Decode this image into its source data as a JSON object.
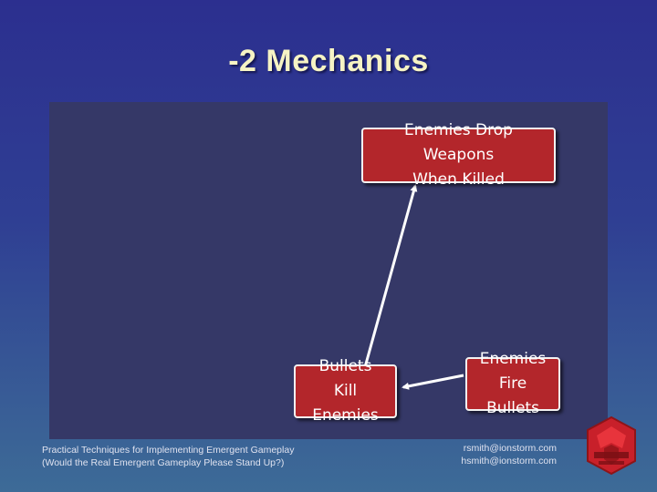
{
  "slide": {
    "title": "-2 Mechanics"
  },
  "diagram": {
    "nodes": {
      "drop_weapons": {
        "line1": "Enemies Drop Weapons",
        "line2": "When Killed"
      },
      "bullets_kill": {
        "line1": "Bullets",
        "line2": "Kill Enemies"
      },
      "fire_bullets": {
        "line1": "Enemies",
        "line2": "Fire Bullets"
      }
    },
    "colors": {
      "node_fill": "#b3262b",
      "node_border": "#f2f2f2",
      "arrow": "#ffffff",
      "panel": "#353867"
    }
  },
  "footer": {
    "left_line1": "Practical Techniques for Implementing Emergent Gameplay",
    "left_line2": "(Would the Real Emergent Gameplay Please Stand Up?)",
    "email1": "rsmith@ionstorm.com",
    "email2": "hsmith@ionstorm.com"
  },
  "logo": {
    "icon": "ion-storm-logo"
  }
}
